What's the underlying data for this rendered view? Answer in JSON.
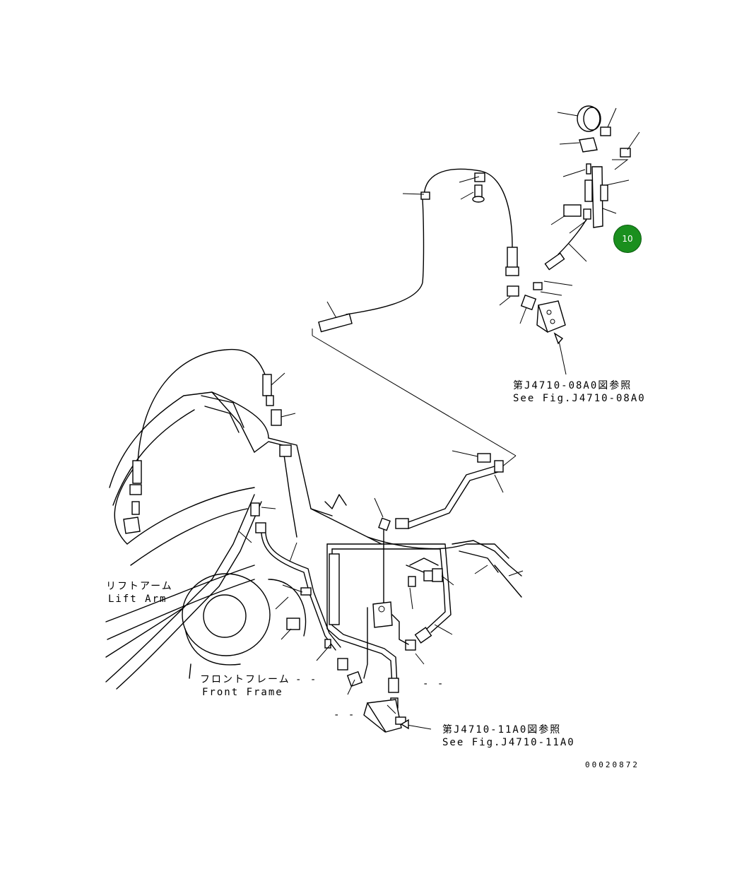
{
  "callout": {
    "number": "10",
    "color": "#1a8f1e"
  },
  "labels": {
    "ref_upper_jp": "第J4710-08A0図参照",
    "ref_upper_en": "See Fig.J4710-08A0",
    "ref_lower_jp": "第J4710-11A0図参照",
    "ref_lower_en": "See Fig.J4710-11A0",
    "lift_arm_jp": "リフトアーム",
    "lift_arm_en": "Lift Arm",
    "front_frame_jp": "フロントフレーム",
    "front_frame_en": "Front Frame",
    "drawing_number": "00020872",
    "dash_1": "- -",
    "dash_2": "- -",
    "dash_3": "- -"
  }
}
